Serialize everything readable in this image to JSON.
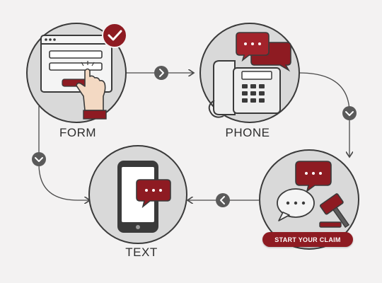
{
  "steps": {
    "form": {
      "label": "FORM"
    },
    "phone": {
      "label": "PHONE"
    },
    "text": {
      "label": "TEXT"
    },
    "claim": {
      "button_label": "START YOUR CLAIM"
    }
  },
  "colors": {
    "accent": "#8e1b22",
    "circle_fill": "#d9d9d9",
    "outline": "#3a3a3a",
    "connector_badge": "#5a5a5a",
    "background": "#f3f2f2"
  },
  "icons": [
    "check-icon",
    "hand-pointer-icon",
    "desk-phone-icon",
    "chat-bubble-icon",
    "smartphone-icon",
    "gavel-icon",
    "chevron-right-icon",
    "chevron-down-icon",
    "chevron-left-icon"
  ]
}
